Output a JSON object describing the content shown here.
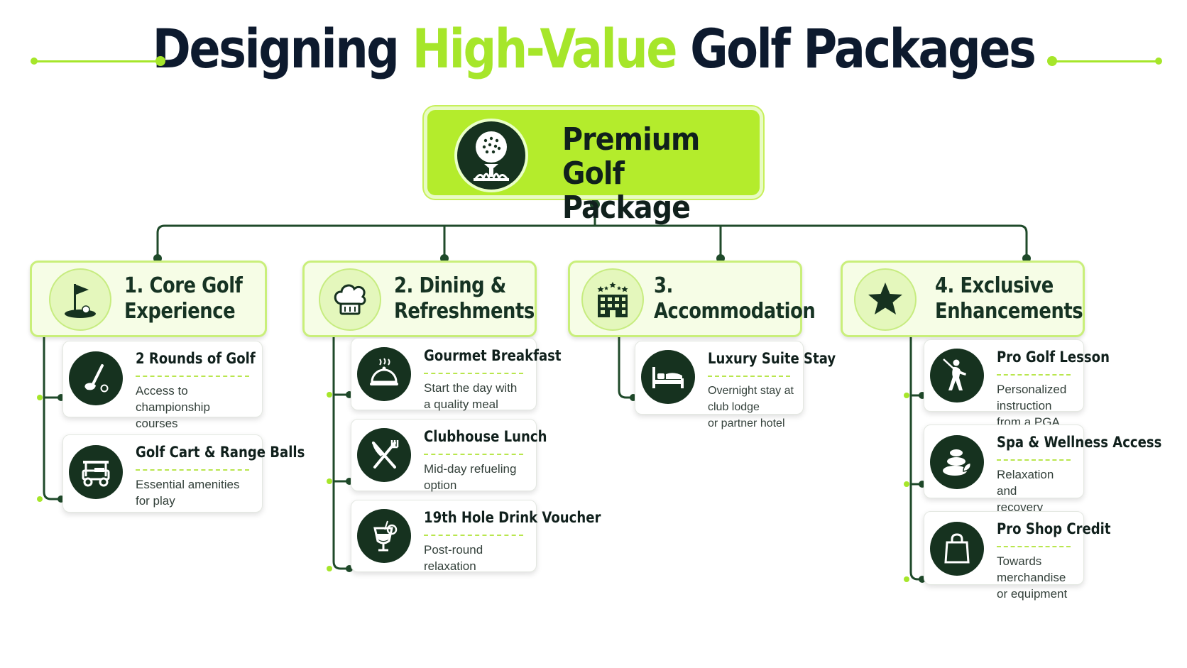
{
  "title": {
    "part1": "Designing ",
    "highlight": "High-Value",
    "part2": " Golf Packages"
  },
  "colors": {
    "accent": "#a6e62a",
    "dark": "#16321f",
    "line": "#1f4a2a"
  },
  "root": {
    "label": "Premium Golf Package",
    "icon": "golf-ball-on-tee-icon"
  },
  "categories": [
    {
      "label": "1. Core Golf\nExperience",
      "icon": "golf-flag-icon",
      "items": [
        {
          "title": "2 Rounds of Golf",
          "desc": "Access to championship\ncourses",
          "icon": "golf-club-icon"
        },
        {
          "title": "Golf Cart & Range Balls",
          "desc": "Essential amenities\nfor play",
          "icon": "golf-cart-icon"
        }
      ]
    },
    {
      "label": "2. Dining &\nRefreshments",
      "icon": "chef-hat-icon",
      "items": [
        {
          "title": "Gourmet Breakfast",
          "desc": "Start the day with\na quality meal",
          "icon": "cloche-icon"
        },
        {
          "title": "Clubhouse Lunch",
          "desc": "Mid-day refueling\noption",
          "icon": "fork-knife-icon"
        },
        {
          "title": "19th Hole Drink Voucher",
          "desc": "Post-round\nrelaxation",
          "icon": "cocktail-icon"
        }
      ]
    },
    {
      "label": "3. Accommodation",
      "icon": "hotel-icon",
      "items": [
        {
          "title": "Luxury Suite Stay",
          "desc": "Overnight stay at club lodge\nor partner hotel",
          "icon": "bed-icon"
        }
      ]
    },
    {
      "label": "4. Exclusive\nEnhancements",
      "icon": "star-icon",
      "items": [
        {
          "title": "Pro Golf Lesson",
          "desc": "Personalized instruction\nfrom a PGA pro",
          "icon": "golfer-icon"
        },
        {
          "title": "Spa & Wellness Access",
          "desc": "Relaxation and\nrecovery options",
          "icon": "spa-stones-icon"
        },
        {
          "title": "Pro Shop Credit",
          "desc": "Towards merchandise\nor equipment",
          "icon": "shopping-bag-icon"
        }
      ]
    }
  ]
}
